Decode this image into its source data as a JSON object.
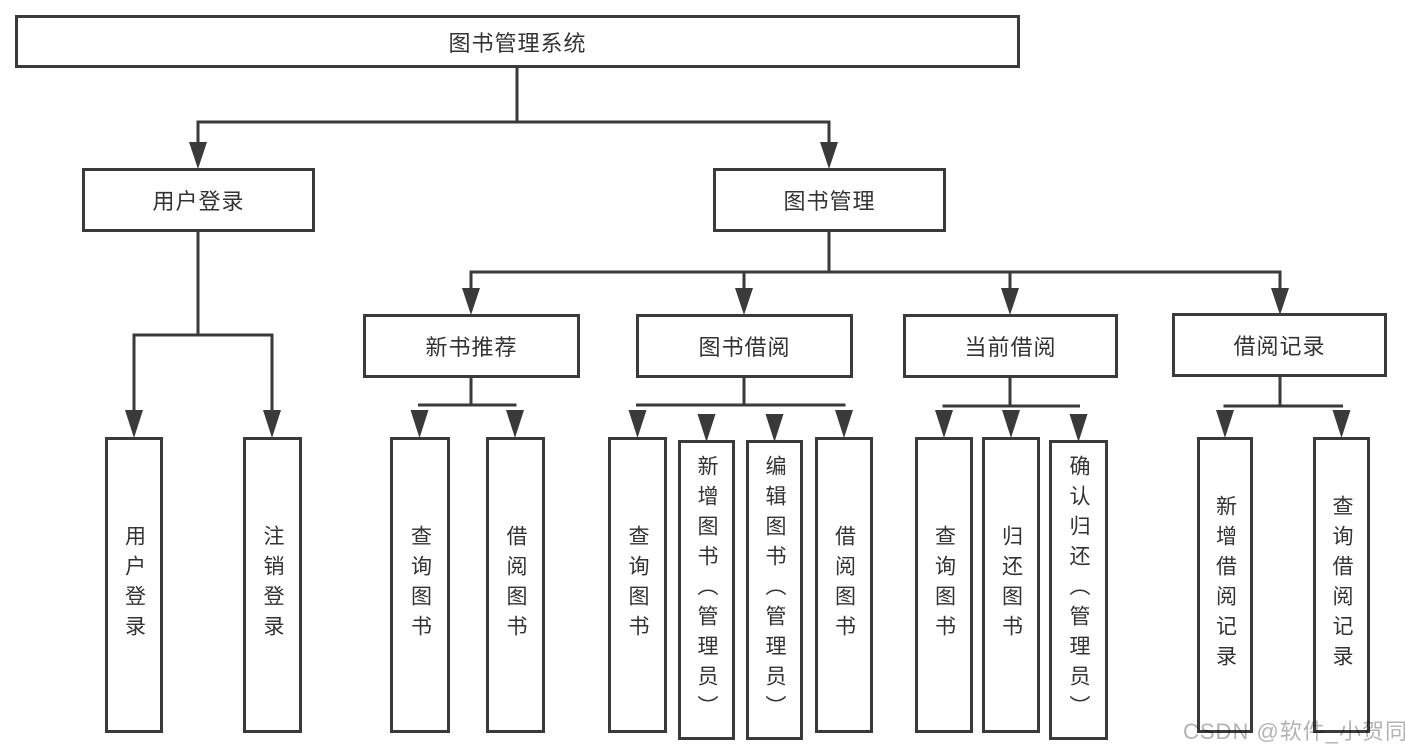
{
  "diagram": {
    "title": "图书管理系统",
    "level2": [
      {
        "label": "用户登录"
      },
      {
        "label": "图书管理"
      }
    ],
    "level3": [
      {
        "label": "新书推荐"
      },
      {
        "label": "图书借阅"
      },
      {
        "label": "当前借阅"
      },
      {
        "label": "借阅记录"
      }
    ],
    "leaves": [
      {
        "label": "用户登录",
        "parent": "用户登录"
      },
      {
        "label": "注销登录",
        "parent": "用户登录"
      },
      {
        "label": "查询图书",
        "parent": "新书推荐"
      },
      {
        "label": "借阅图书",
        "parent": "新书推荐"
      },
      {
        "label": "查询图书",
        "parent": "图书借阅"
      },
      {
        "label": "新增图书（管理员）",
        "parent": "图书借阅"
      },
      {
        "label": "编辑图书（管理员）",
        "parent": "图书借阅"
      },
      {
        "label": "借阅图书",
        "parent": "图书借阅"
      },
      {
        "label": "查询图书",
        "parent": "当前借阅"
      },
      {
        "label": "归还图书",
        "parent": "当前借阅"
      },
      {
        "label": "确认归还（管理员）",
        "parent": "当前借阅"
      },
      {
        "label": "新增借阅记录",
        "parent": "借阅记录"
      },
      {
        "label": "查询借阅记录",
        "parent": "借阅记录"
      }
    ]
  },
  "watermark": {
    "text": "CSDN @软件_小贺同学"
  },
  "colors": {
    "line": "#3a3a3a",
    "text": "#333333",
    "box_fill": "#ffffff",
    "watermark": "#b3b3b3",
    "background": "#ffffff"
  }
}
